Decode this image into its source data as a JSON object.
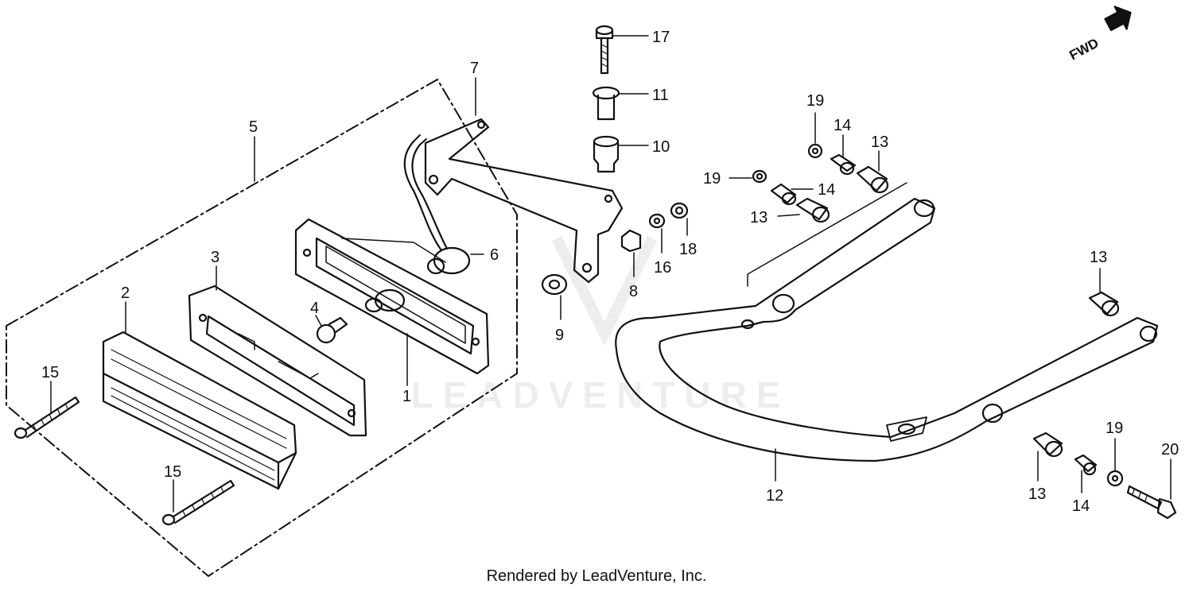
{
  "footer": {
    "text": "Rendered by LeadVenture, Inc."
  },
  "watermark": {
    "text": "LEADVENTURE"
  },
  "direction": {
    "label": "FWD",
    "icon": "arrow-right-icon"
  },
  "callouts": {
    "c1": "1",
    "c2": "2",
    "c3": "3",
    "c4": "4",
    "c5": "5",
    "c6": "6",
    "c7": "7",
    "c8": "8",
    "c9": "9",
    "c10": "10",
    "c11": "11",
    "c12": "12",
    "c13a": "13",
    "c13b": "13",
    "c13c": "13",
    "c13d": "13",
    "c14a": "14",
    "c14b": "14",
    "c14c": "14",
    "c15a": "15",
    "c15b": "15",
    "c16": "16",
    "c17": "17",
    "c18": "18",
    "c19a": "19",
    "c19b": "19",
    "c19c": "19",
    "c20": "20"
  },
  "colors": {
    "line": "#111111",
    "background": "#ffffff"
  }
}
